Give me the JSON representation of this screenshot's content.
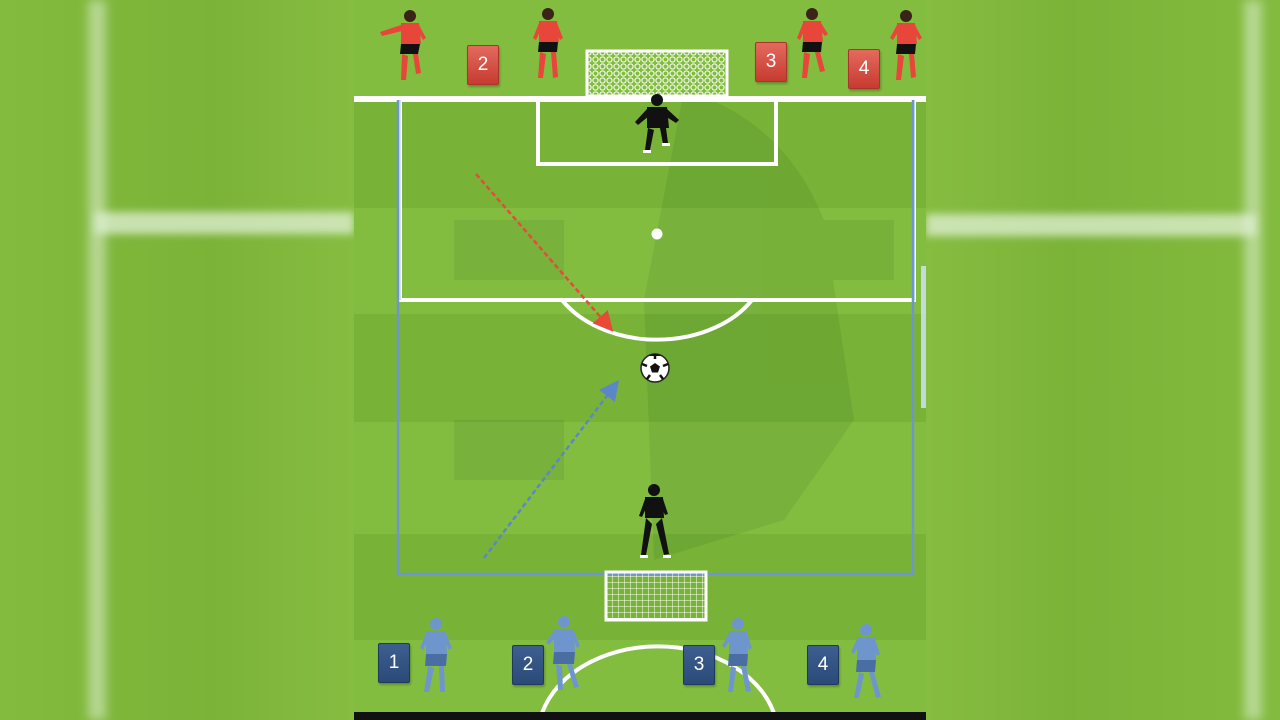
{
  "colors": {
    "grass": "#7cb73b",
    "red_team": "#e8463a",
    "blue_team": "#6f96cc",
    "goalkeeper": "#111111",
    "red_cone": "#d9483c",
    "blue_cone": "#2e4f80",
    "red_arrow": "#e84a3a",
    "blue_arrow": "#5b86c9"
  },
  "red_cones": [
    {
      "label": "2"
    },
    {
      "label": "3"
    },
    {
      "label": "4"
    }
  ],
  "blue_cones": [
    {
      "label": "1"
    },
    {
      "label": "2"
    },
    {
      "label": "3"
    },
    {
      "label": "4"
    }
  ],
  "icons": {
    "ball": "soccer-ball-icon",
    "goal": "goal-net-icon",
    "player": "player-silhouette-icon",
    "cone": "numbered-cone-icon"
  }
}
